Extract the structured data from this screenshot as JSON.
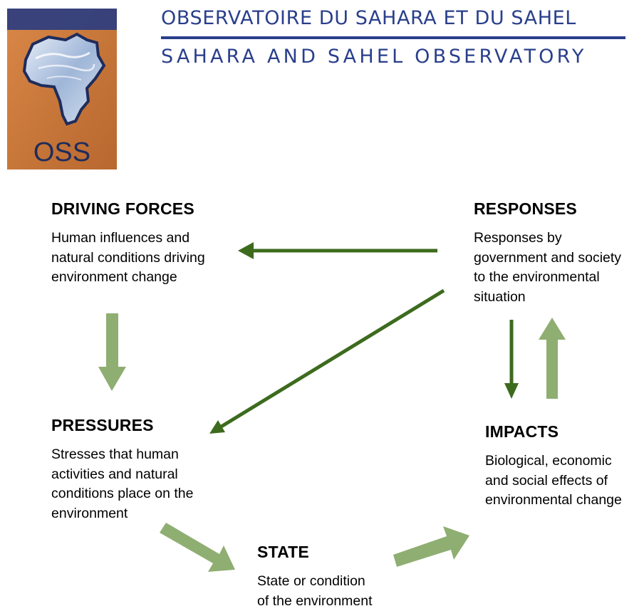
{
  "header": {
    "title_fr": "OBSERVATOIRE DU SAHARA ET DU SAHEL",
    "title_en": "SAHARA AND SAHEL OBSERVATORY",
    "logo_text": "OSS"
  },
  "colors": {
    "brand_blue": "#2a3f8c",
    "arrow_dark": "#3d6b1e",
    "arrow_light": "#8fae72",
    "logo_sand": "#c8773a"
  },
  "boxes": {
    "driving_forces": {
      "title": "DRIVING FORCES",
      "text": "Human influences and\nnatural conditions driving\nenvironment change"
    },
    "responses": {
      "title": "RESPONSES",
      "text": "Responses by\ngovernment and society\nto the environmental\nsituation"
    },
    "pressures": {
      "title": "PRESSURES",
      "text": "Stresses that human\nactivities and natural\nconditions place on the\nenvironment"
    },
    "impacts": {
      "title": "IMPACTS",
      "text": "Biological, economic\nand social effects of\nenvironmental change"
    },
    "state": {
      "title": "STATE",
      "text": "State or condition\nof the environment"
    }
  },
  "links": [
    {
      "from": "responses",
      "to": "driving_forces",
      "style": "thin-dark"
    },
    {
      "from": "responses",
      "to": "pressures",
      "style": "thin-dark"
    },
    {
      "from": "responses",
      "to": "impacts",
      "style": "thin-dark"
    },
    {
      "from": "impacts",
      "to": "responses",
      "style": "thick-light"
    },
    {
      "from": "driving_forces",
      "to": "pressures",
      "style": "thick-light"
    },
    {
      "from": "pressures",
      "to": "state",
      "style": "thick-light"
    },
    {
      "from": "state",
      "to": "impacts",
      "style": "thick-light"
    }
  ]
}
